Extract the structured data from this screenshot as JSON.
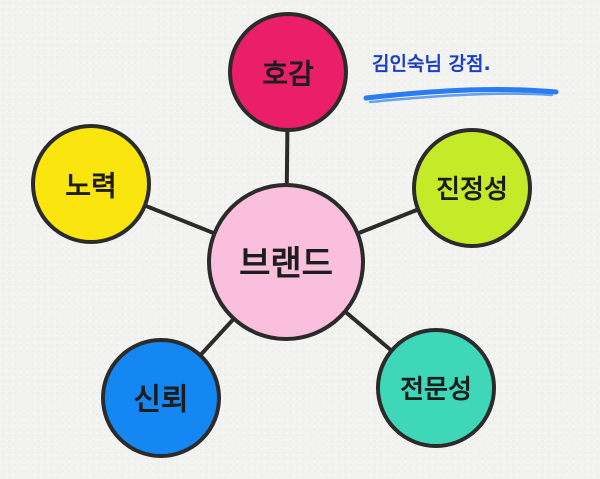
{
  "diagram": {
    "center": {
      "label": "브랜드",
      "color": "#f9bfdc"
    },
    "nodes": [
      {
        "id": "hogam",
        "label": "호감",
        "color": "#ea1e69"
      },
      {
        "id": "jinjeongseong",
        "label": "진정성",
        "color": "#c5ea27"
      },
      {
        "id": "jeonmunseong",
        "label": "전문성",
        "color": "#3ed8b8"
      },
      {
        "id": "sinroe",
        "label": "신뢰",
        "color": "#1487f3"
      },
      {
        "id": "noryeok",
        "label": "노력",
        "color": "#fbe50f"
      }
    ],
    "outline_color": "#2b2b2b",
    "caption": {
      "text": "김인숙님 강점.",
      "underline_color": "#2a7df0"
    }
  }
}
